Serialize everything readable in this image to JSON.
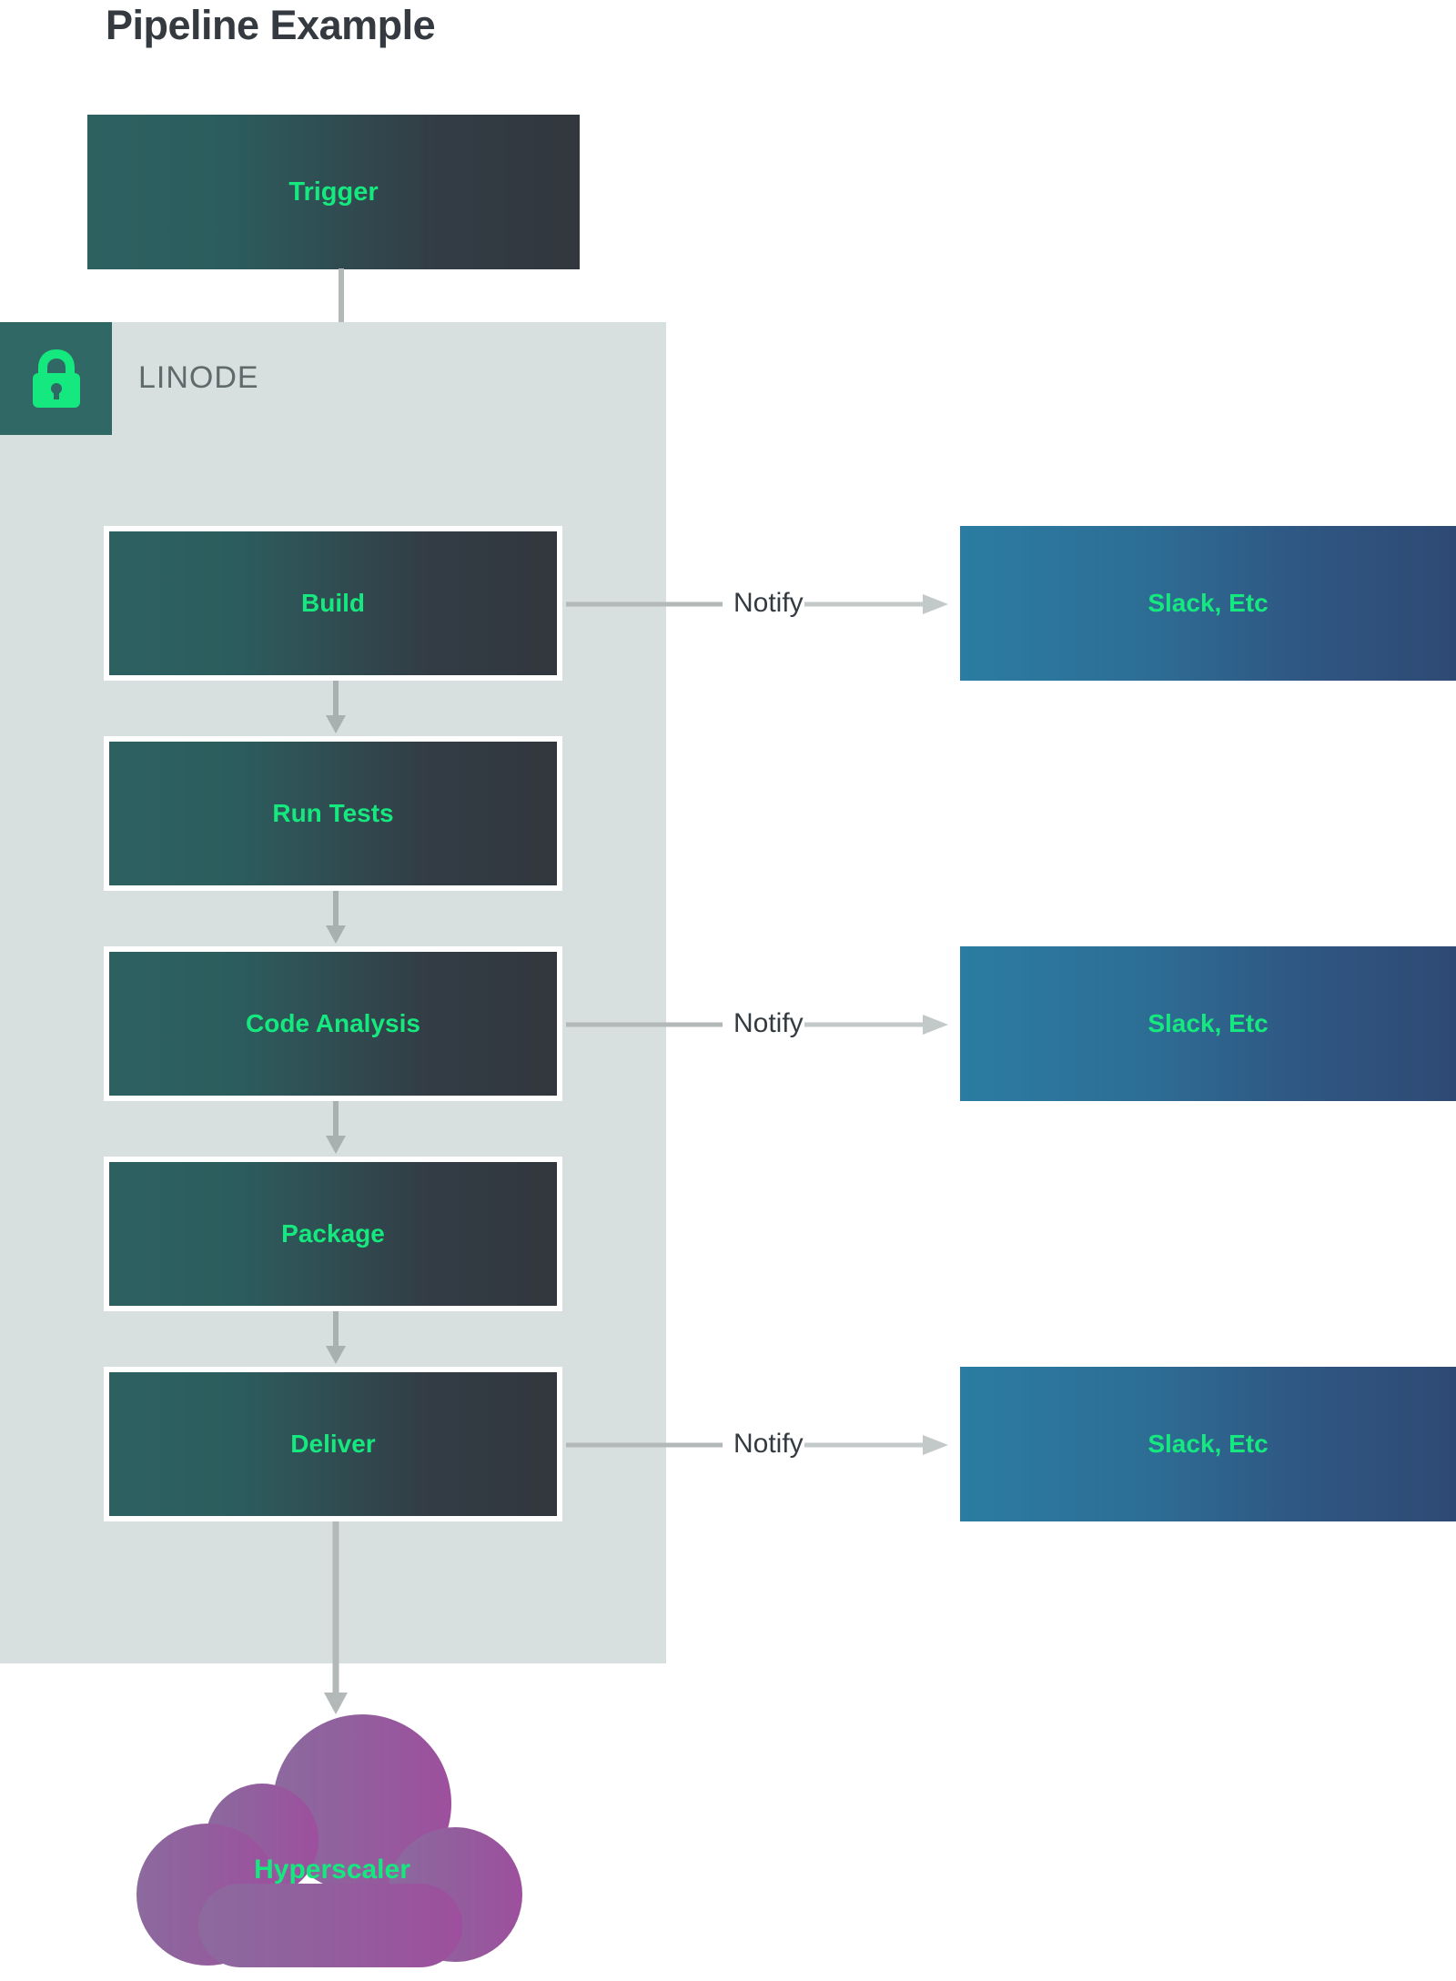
{
  "title": "Pipeline Example",
  "colors": {
    "title_text": "#343a40",
    "zone_background": "#d7e0de",
    "zone_badge": "#2f6865",
    "stage_gradient_start": "#2d6160",
    "stage_gradient_end": "#31373d",
    "notify_gradient_start": "#2b7ca2",
    "notify_gradient_end": "#2e4a74",
    "accent_green": "#15e87e",
    "arrow_gray": "#b3b8b8",
    "cloud_gradient_start": "#8c6a9e",
    "cloud_gradient_end": "#9d4f9d"
  },
  "trigger": {
    "label": "Trigger"
  },
  "zone": {
    "label": "LINODE",
    "icon": "lock-icon"
  },
  "stages": [
    {
      "id": "build",
      "label": "Build"
    },
    {
      "id": "run-tests",
      "label": "Run Tests"
    },
    {
      "id": "code-analysis",
      "label": "Code Analysis"
    },
    {
      "id": "package",
      "label": "Package"
    },
    {
      "id": "deliver",
      "label": "Deliver"
    }
  ],
  "notifications": [
    {
      "from": "build",
      "edge_label": "Notify",
      "target_label": "Slack, Etc"
    },
    {
      "from": "code-analysis",
      "edge_label": "Notify",
      "target_label": "Slack, Etc"
    },
    {
      "from": "deliver",
      "edge_label": "Notify",
      "target_label": "Slack, Etc"
    }
  ],
  "cloud": {
    "label": "Hyperscaler"
  }
}
